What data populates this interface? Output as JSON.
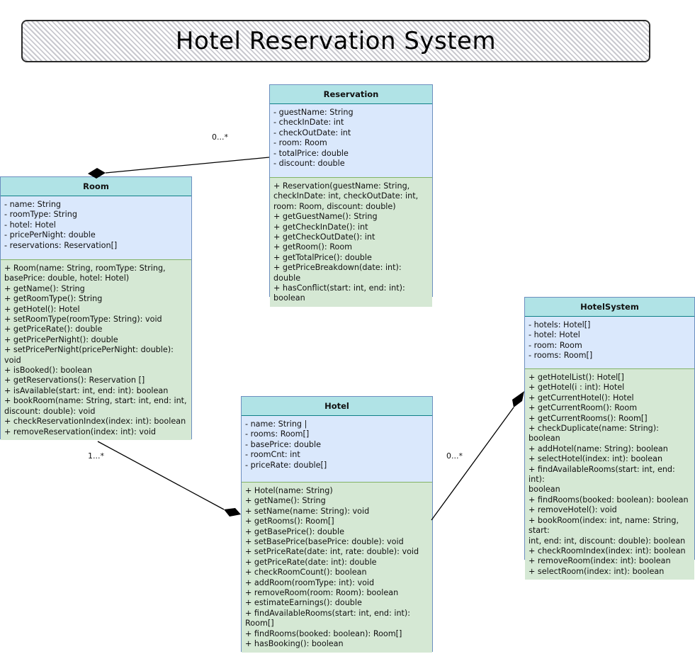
{
  "title": "Hotel Reservation System",
  "classes": {
    "reservation": {
      "name": "Reservation",
      "attributes": [
        "- guestName: String",
        "- checkInDate: int",
        "- checkOutDate: int",
        "- room: Room",
        "- totalPrice: double",
        "- discount: double"
      ],
      "operations": [
        "+ Reservation(guestName: String,\ncheckInDate: int, checkOutDate: int,\nroom: Room, discount: double)",
        "+ getGuestName(): String",
        "+ getCheckInDate(): int",
        "+ getCheckOutDate(): int",
        "+ getRoom(): Room",
        "+ getTotalPrice(): double",
        "+ getPriceBreakdown(date: int): double",
        "+ hasConflict(start: int, end: int): boolean"
      ]
    },
    "room": {
      "name": "Room",
      "attributes": [
        "- name: String",
        "- roomType: String",
        "- hotel: Hotel",
        "- pricePerNight: double",
        "- reservations: Reservation[]"
      ],
      "operations": [
        "+ Room(name: String, roomType: String,\nbasePrice: double, hotel: Hotel)",
        "+ getName(): String",
        "+ getRoomType(): String",
        "+ getHotel(): Hotel",
        "+ setRoomType(roomType: String): void",
        "+ getPriceRate(): double",
        "+ getPricePerNight(): double",
        "+ setPricePerNight(pricePerNight: double): void",
        "+ isBooked(): boolean",
        "+ getReservations(): Reservation []",
        "+ isAvailable(start: int, end: int): boolean",
        "+ bookRoom(name: String, start: int, end: int,\ndiscount: double): void",
        "+ checkReservationIndex(index: int): boolean",
        "+ removeReservation(index: int): void"
      ]
    },
    "hotel": {
      "name": "Hotel",
      "attributes": [
        "- name: String |",
        "- rooms: Room[]",
        "- basePrice: double",
        "- roomCnt: int",
        "- priceRate: double[]"
      ],
      "operations": [
        "+ Hotel(name: String)",
        "+ getName(): String",
        "+ setName(name: String): void",
        "+ getRooms(): Room[]",
        "+ getBasePrice(): double",
        "+ setBasePrice(basePrice: double): void",
        "+ setPriceRate(date: int, rate: double): void",
        "+ getPriceRate(date: int): double",
        "+ checkRoomCount(): boolean",
        "+ addRoom(roomType: int): void",
        "+ removeRoom(room: Room): boolean",
        "+ estimateEarnings(): double",
        "+ findAvailableRooms(start: int, end: int): Room[]",
        "+ findRooms(booked: boolean): Room[]",
        "+ hasBooking(): boolean"
      ]
    },
    "hotelsystem": {
      "name": "HotelSystem",
      "attributes": [
        "- hotels: Hotel[]",
        "- hotel: Hotel",
        "- room: Room",
        "- rooms: Room[]"
      ],
      "operations": [
        "+ getHotelList(): Hotel[]",
        "+ getHotel(i : int): Hotel",
        "+ getCurrentHotel(): Hotel",
        "+ getCurrentRoom(): Room",
        "+ getCurrentRooms(): Room[]",
        "+ checkDuplicate(name: String): boolean",
        "+ addHotel(name: String): boolean",
        "+ selectHotel(index: int): boolean",
        "+ findAvailableRooms(start: int, end: int):\nboolean",
        "+ findRooms(booked: boolean): boolean",
        "+ removeHotel(): void",
        "+ bookRoom(index: int, name: String, start:\nint, end: int, discount: double): boolean",
        "+ checkRoomIndex(index: int): boolean",
        "+ removeRoom(index: int): boolean",
        "+ selectRoom(index: int): boolean"
      ]
    }
  },
  "multiplicities": {
    "room_reservation": "0...*",
    "hotel_room": "1...*",
    "hotelsystem_hotel": "0...*"
  },
  "colors": {
    "header": "#b0e3e6",
    "attributes": "#dae8fc",
    "operations": "#d5e8d4",
    "line": "#000000"
  }
}
